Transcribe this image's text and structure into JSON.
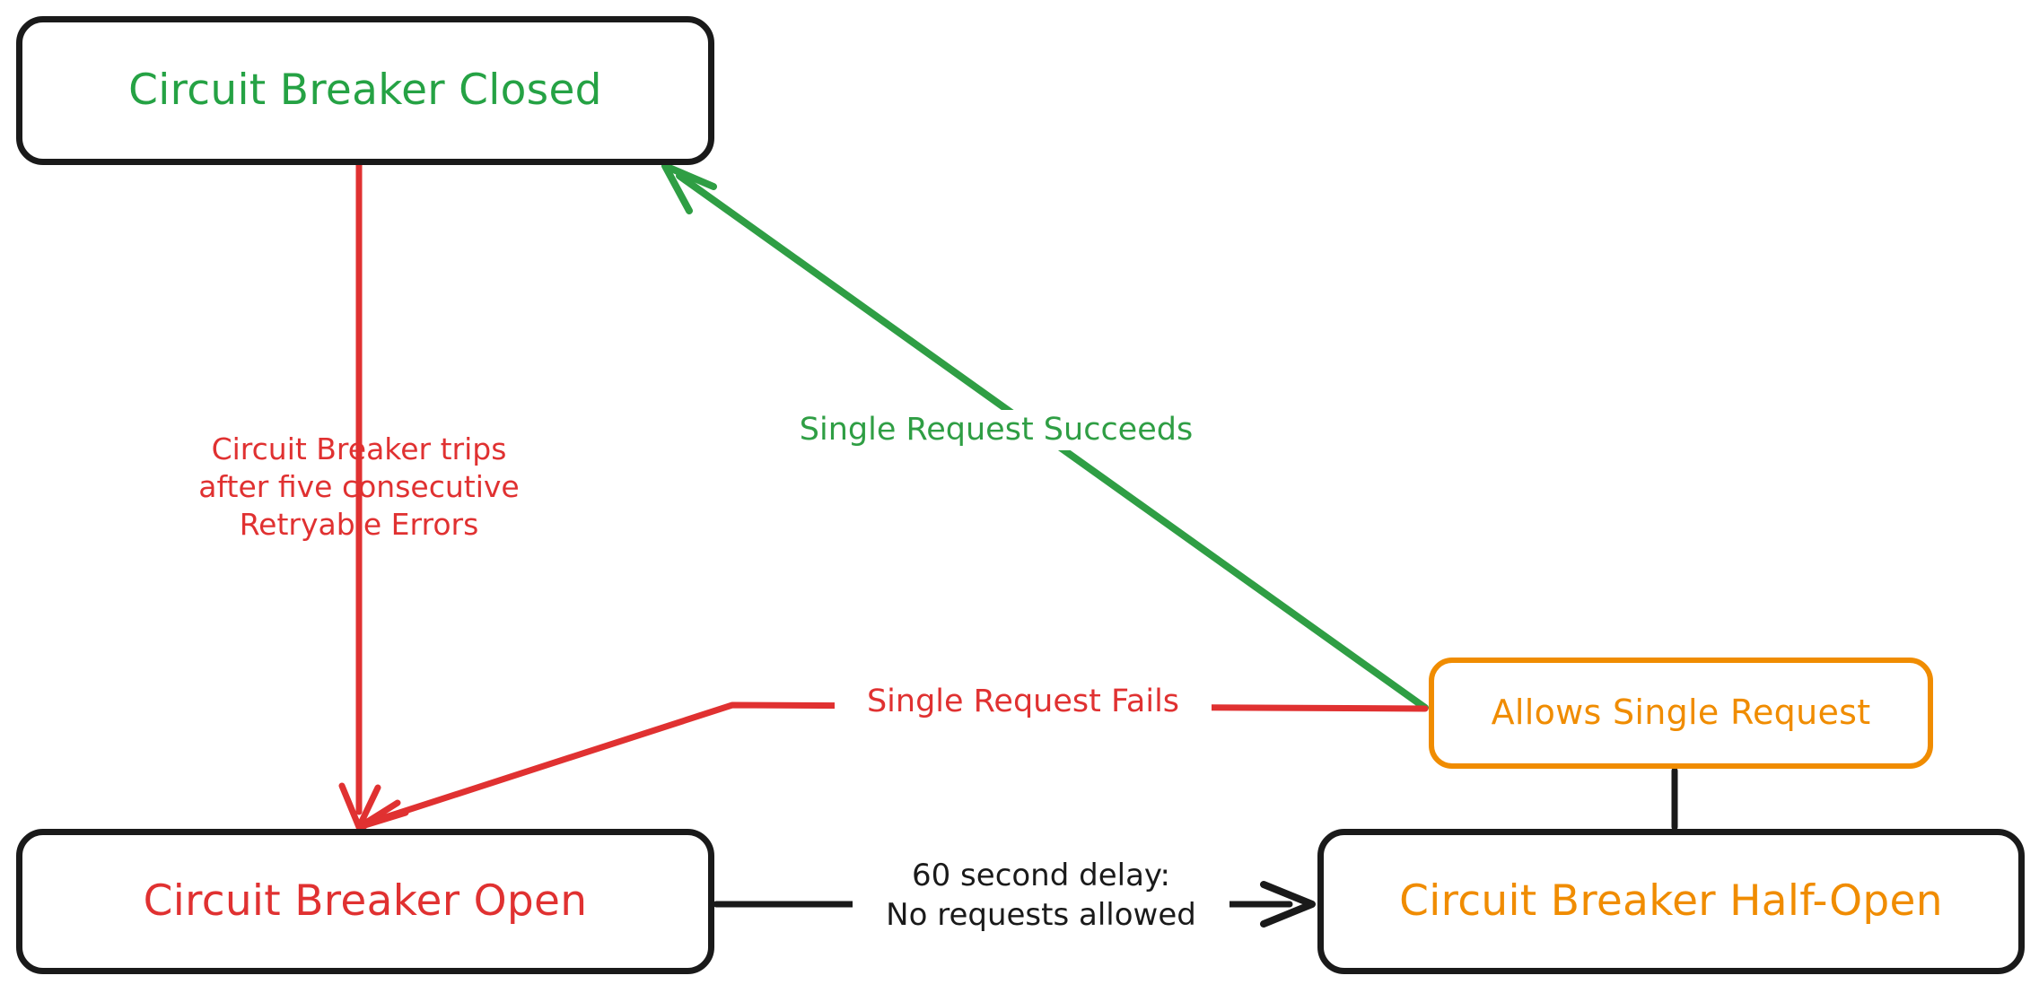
{
  "diagram": {
    "type": "state-diagram",
    "title": "Circuit Breaker State Diagram",
    "background_color": "#ffffff",
    "colors": {
      "green": "#2f9e44",
      "red": "#e03131",
      "orange": "#f08c00",
      "black": "#1a1a1a",
      "node_fill": "#ffffff"
    },
    "nodes": [
      {
        "id": "closed",
        "label": "Circuit Breaker Closed",
        "text_color": "#25a244",
        "border_color": "#1a1a1a"
      },
      {
        "id": "open",
        "label": "Circuit Breaker Open",
        "text_color": "#e03131",
        "border_color": "#1a1a1a"
      },
      {
        "id": "allows",
        "label": "Allows Single Request",
        "text_color": "#f08c00",
        "border_color": "#f08c00"
      },
      {
        "id": "half_open",
        "label": "Circuit Breaker Half-Open",
        "text_color": "#f08c00",
        "border_color": "#1a1a1a"
      }
    ],
    "edges": [
      {
        "id": "closed-to-open",
        "from": "closed",
        "to": "open",
        "color": "#e03131",
        "arrow": true,
        "label_lines": [
          "Circuit Breaker trips",
          "after five consecutive",
          "Retryable Errors"
        ],
        "label": "Circuit Breaker trips\nafter five consecutive\nRetryable Errors"
      },
      {
        "id": "allows-to-closed",
        "from": "allows",
        "to": "closed",
        "color": "#2f9e44",
        "arrow": true,
        "label_lines": [
          "Single Request Succeeds"
        ],
        "label": "Single Request Succeeds"
      },
      {
        "id": "allows-to-open",
        "from": "allows",
        "to": "open",
        "color": "#e03131",
        "arrow": true,
        "label_lines": [
          "Single Request Fails"
        ],
        "label": "Single Request Fails"
      },
      {
        "id": "open-to-half-open",
        "from": "open",
        "to": "half_open",
        "color": "#1a1a1a",
        "arrow": true,
        "label_lines": [
          "60 second delay:",
          "No requests allowed"
        ],
        "label": "60 second delay:\nNo requests allowed"
      },
      {
        "id": "half-open-to-allows",
        "from": "half_open",
        "to": "allows",
        "color": "#1a1a1a",
        "arrow": false,
        "label_lines": [],
        "label": ""
      }
    ]
  }
}
